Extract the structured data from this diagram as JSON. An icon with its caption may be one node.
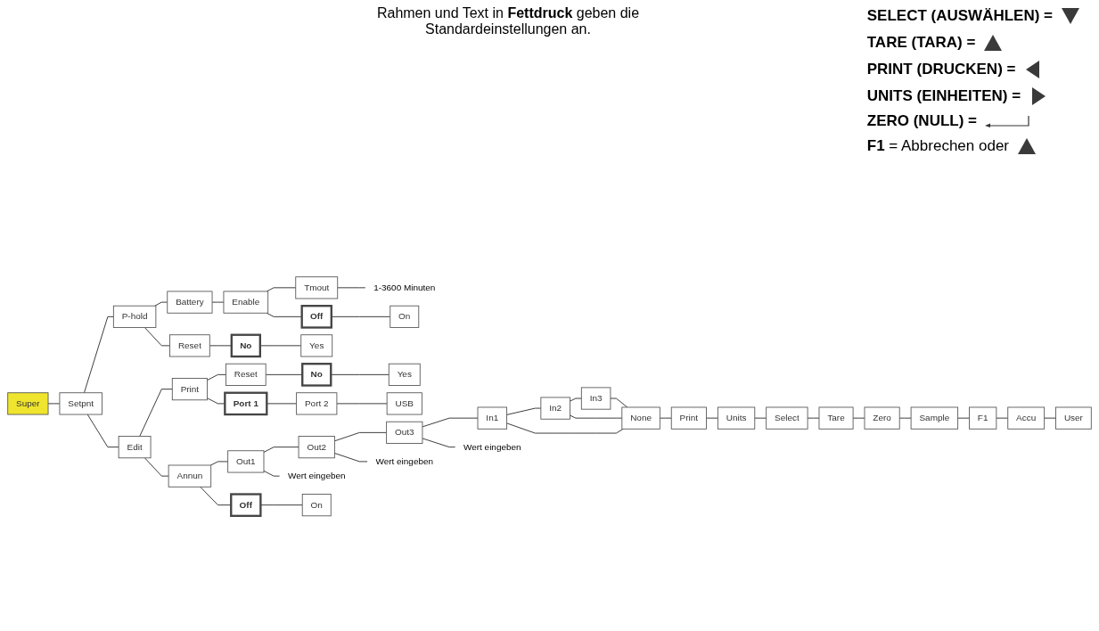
{
  "diagram": {
    "nodes": [
      {
        "text": [
          "Super"
        ]
      },
      {
        "text": [
          "Setpnt"
        ]
      },
      {
        "text": [
          "P-hold"
        ]
      },
      {
        "text": [
          "Battery"
        ]
      },
      {
        "text": [
          "Reset"
        ]
      },
      {
        "text": [
          "Enable"
        ]
      },
      {
        "text": [
          "Tmout"
        ]
      },
      {
        "text": [
          "No"
        ]
      },
      {
        "text": [
          "Yes"
        ]
      },
      {
        "text": [
          "Off"
        ]
      },
      {
        "text": [
          "On"
        ]
      },
      {
        "text": [
          "1-3600 Minuten"
        ]
      },
      {
        "text": [
          "Edit"
        ]
      },
      {
        "text": [
          "Print"
        ]
      },
      {
        "text": [
          "Reset"
        ]
      },
      {
        "text": [
          "Port 1"
        ]
      },
      {
        "text": [
          "Port 2"
        ]
      },
      {
        "text": [
          "USB"
        ]
      },
      {
        "text": [
          "No"
        ]
      },
      {
        "text": [
          "Yes"
        ]
      },
      {
        "text": [
          "Annun"
        ]
      },
      {
        "text": [
          "Out1"
        ]
      },
      {
        "text": [
          "Out2"
        ]
      },
      {
        "text": [
          "Out3"
        ]
      },
      {
        "text": [
          "In1"
        ]
      },
      {
        "text": [
          "In2"
        ]
      },
      {
        "text": [
          "In3"
        ]
      },
      {
        "text": [
          "Off"
        ]
      },
      {
        "text": [
          "On"
        ]
      },
      {
        "text": [
          "Wert eingeben"
        ]
      },
      {
        "text": [
          "Wert eingeben"
        ]
      },
      {
        "text": [
          "Wert eingeben"
        ]
      },
      {
        "text": [
          "None"
        ]
      },
      {
        "text": [
          "Print"
        ]
      },
      {
        "text": [
          "Units"
        ]
      },
      {
        "text": [
          "Select"
        ]
      },
      {
        "text": [
          "Tare"
        ]
      },
      {
        "text": [
          "Zero"
        ]
      },
      {
        "text": [
          "Sample"
        ]
      },
      {
        "text": [
          "F1"
        ]
      },
      {
        "text": [
          "Accu"
        ]
      },
      {
        "text": [
          "User"
        ]
      }
    ],
    "edges": [
      {
        "from": 0,
        "to": 1,
        "arrow": "none"
      },
      {
        "from": 1,
        "to": 2,
        "arrow": "none"
      },
      {
        "from": 2,
        "to": 3,
        "arrow": "none"
      },
      {
        "from": 2,
        "to": 4,
        "arrow": "none"
      },
      {
        "from": 3,
        "to": 5,
        "arrow": "none"
      },
      {
        "from": 5,
        "to": 6,
        "arrow": "none"
      },
      {
        "from": 4,
        "to": 7,
        "arrow": "none"
      },
      {
        "from": 7,
        "to": 8,
        "arrow": "none"
      },
      {
        "from": 5,
        "to": 9,
        "arrow": "none"
      },
      {
        "from": 9,
        "to": 10,
        "arrow": "none"
      },
      {
        "from": 6,
        "to": 11,
        "arrow": "none"
      },
      {
        "from": 1,
        "to": 12,
        "arrow": "none"
      },
      {
        "from": 12,
        "to": 13,
        "arrow": "none"
      },
      {
        "from": 13,
        "to": 14,
        "arrow": "none"
      },
      {
        "from": 13,
        "to": 15,
        "arrow": "none"
      },
      {
        "from": 15,
        "to": 16,
        "arrow": "none"
      },
      {
        "from": 16,
        "to": 17,
        "arrow": "none"
      },
      {
        "from": 14,
        "to": 18,
        "arrow": "none"
      },
      {
        "from": 18,
        "to": 19,
        "arrow": "none"
      },
      {
        "from": 12,
        "to": 20,
        "arrow": "none"
      },
      {
        "from": 20,
        "to": 21,
        "arrow": "none"
      },
      {
        "from": 21,
        "to": 22,
        "arrow": "none"
      },
      {
        "from": 22,
        "to": 23,
        "arrow": "none"
      },
      {
        "from": 23,
        "to": 24,
        "arrow": "none"
      },
      {
        "from": 24,
        "to": 25,
        "arrow": "none"
      },
      {
        "from": 25,
        "to": 26,
        "arrow": "none"
      },
      {
        "from": 20,
        "to": 27,
        "arrow": "none"
      },
      {
        "from": 27,
        "to": 28,
        "arrow": "none"
      },
      {
        "from": 21,
        "to": 29,
        "arrow": "none"
      },
      {
        "from": 22,
        "to": 30,
        "arrow": "none"
      },
      {
        "from": 23,
        "to": 31,
        "arrow": "none"
      },
      {
        "from": 24,
        "to": 32,
        "arrow": "none"
      },
      {
        "from": 25,
        "to": 32,
        "arrow": "none"
      },
      {
        "from": 26,
        "to": 32,
        "arrow": "none"
      },
      {
        "from": 32,
        "to": 33,
        "arrow": "none"
      },
      {
        "from": 33,
        "to": 34,
        "arrow": "none"
      },
      {
        "from": 34,
        "to": 35,
        "arrow": "none"
      },
      {
        "from": 35,
        "to": 36,
        "arrow": "none"
      },
      {
        "from": 36,
        "to": 37,
        "arrow": "none"
      },
      {
        "from": 37,
        "to": 38,
        "arrow": "none"
      },
      {
        "from": 38,
        "to": 39,
        "arrow": "none"
      },
      {
        "from": 39,
        "to": 40,
        "arrow": "none"
      },
      {
        "from": 40,
        "to": 41,
        "arrow": "none"
      }
    ],
    "labels": [
      "Rahmen und Text in **Fettdruck** geben die Standardeinstellungen an."
    ],
    "legend": [
      {
        "text": "SELECT (AUSWÄHLEN) ="
      },
      {
        "text": "TARE (TARA)  ="
      },
      {
        "text": "PRINT (DRUCKEN) ="
      },
      {
        "text": "UNITS (EINHEITEN) ="
      },
      {
        "text": "ZERO (NULL) ="
      },
      {
        "text": "**F1** = Abbrechen oder"
      }
    ]
  }
}
